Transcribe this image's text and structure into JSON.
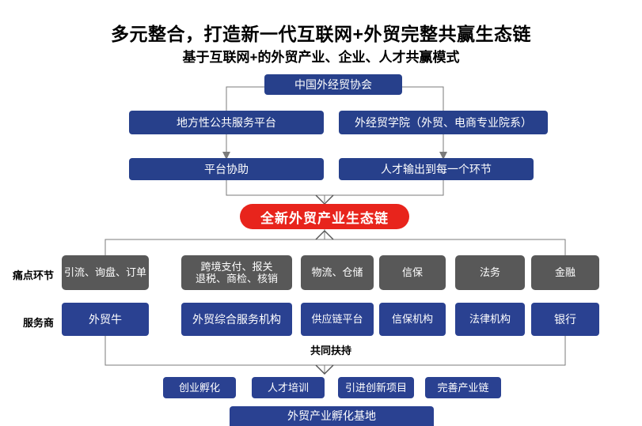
{
  "header": {
    "title": "多元整合，打造新一代互联网+外贸完整共赢生态链",
    "subtitle": "基于互联网+的外贸产业、企业、人才共赢模式"
  },
  "colors": {
    "blue": "#27408B",
    "gray": "#585858",
    "red": "#E8241C",
    "line": "#7b7b7b",
    "text_on_fill": "#ffffff",
    "heading": "#000000"
  },
  "top": {
    "root": "中国外经贸协会",
    "level2": [
      "地方性公共服务平台",
      "外经贸学院（外贸、电商专业院系）"
    ],
    "level3": [
      "平台协助",
      "人才输出到每一个环节"
    ]
  },
  "pill": {
    "label": "全新外贸产业生态链"
  },
  "matrix": {
    "row_labels": {
      "pain": "痛点环节",
      "provider": "服务商"
    },
    "columns": [
      {
        "pain": "引流、询盘、订单",
        "provider": "外贸牛"
      },
      {
        "pain": "跨境支付、报关\n退税、商检、核销",
        "provider": "外贸综合服务机构"
      },
      {
        "pain": "物流、仓储",
        "provider": "供应链平台"
      },
      {
        "pain": "信保",
        "provider": "信保机构"
      },
      {
        "pain": "法务",
        "provider": "法律机构"
      },
      {
        "pain": "金融",
        "provider": "银行"
      }
    ]
  },
  "support": {
    "label": "共同扶持",
    "items": [
      "创业孵化",
      "人才培训",
      "引进创新项目",
      "完善产业链"
    ],
    "base": "外贸产业孵化基地"
  }
}
